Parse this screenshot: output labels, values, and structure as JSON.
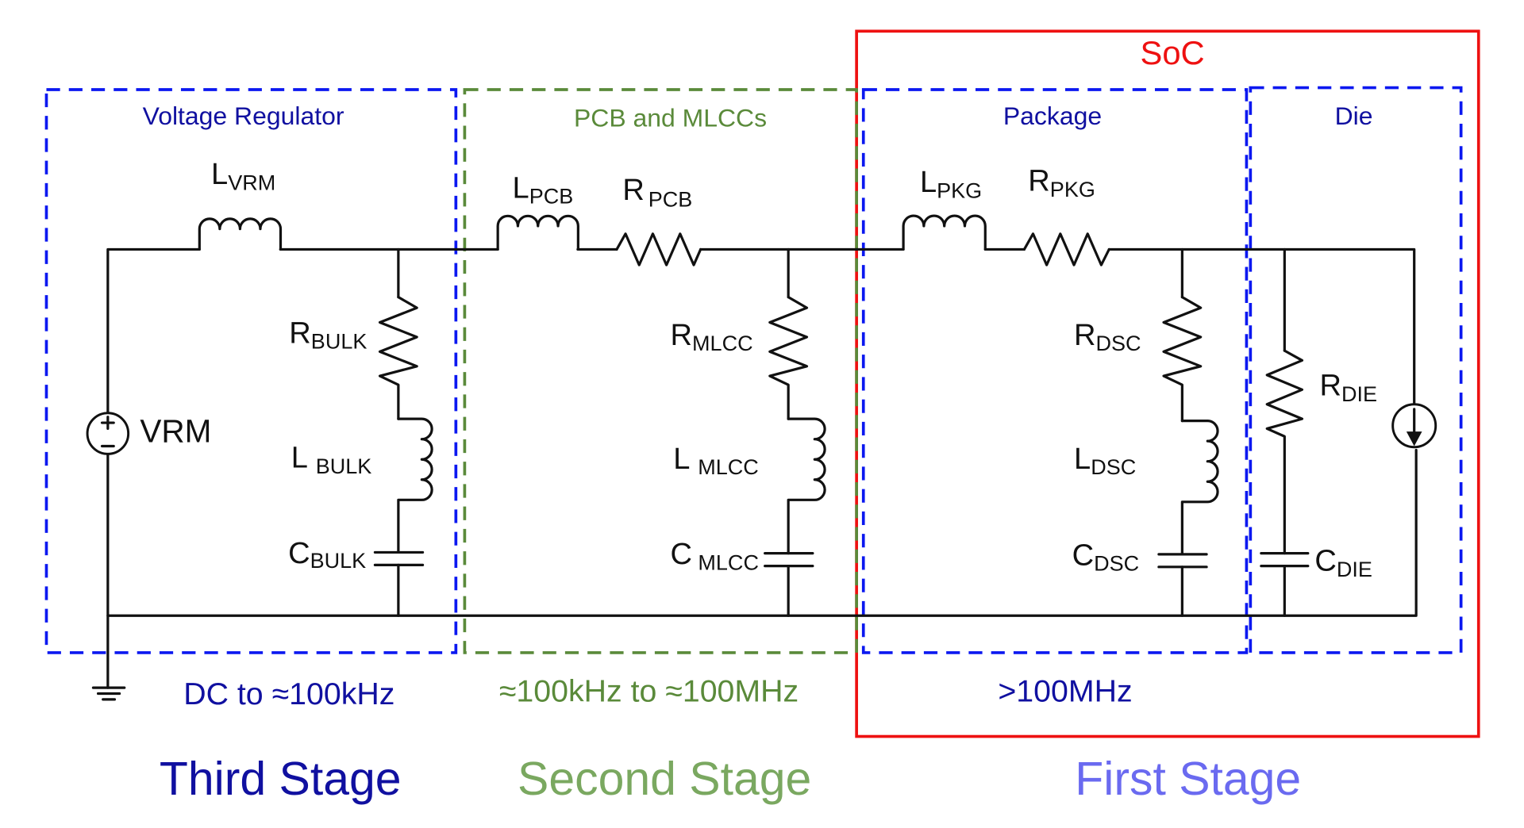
{
  "title": "Power delivery network stages",
  "colors": {
    "third_stage": "#1010a0",
    "box_blue": "#0b18f0",
    "second_stage": "#5a8a3a",
    "first_stage": "#6a6af0",
    "soc": "#ee1111",
    "wire": "#111111"
  },
  "boxes": {
    "voltage_regulator": "Voltage Regulator",
    "pcb_mlcc": "PCB and MLCCs",
    "package": "Package",
    "die": "Die",
    "soc": "SoC"
  },
  "components": {
    "vrm_source": {
      "main": "VRM",
      "sub": ""
    },
    "l_vrm": {
      "main": "L",
      "sub": "VRM"
    },
    "r_bulk": {
      "main": "R",
      "sub": "BULK"
    },
    "l_bulk": {
      "main": "L",
      "sub": "BULK"
    },
    "c_bulk": {
      "main": "C",
      "sub": "BULK"
    },
    "l_pcb": {
      "main": "L",
      "sub": "PCB"
    },
    "r_pcb": {
      "main": "R",
      "sub": "PCB"
    },
    "r_mlcc": {
      "main": "R",
      "sub": "MLCC"
    },
    "l_mlcc": {
      "main": "L",
      "sub": "MLCC"
    },
    "c_mlcc": {
      "main": "C",
      "sub": "MLCC"
    },
    "l_pkg": {
      "main": "L",
      "sub": "PKG"
    },
    "r_pkg": {
      "main": "R",
      "sub": "PKG"
    },
    "r_dsc": {
      "main": "R",
      "sub": "DSC"
    },
    "l_dsc": {
      "main": "L",
      "sub": "DSC"
    },
    "c_dsc": {
      "main": "C",
      "sub": "DSC"
    },
    "r_die": {
      "main": "R",
      "sub": "DIE"
    },
    "c_die": {
      "main": "C",
      "sub": "DIE"
    }
  },
  "frequency_ranges": {
    "third": "DC to ≈100kHz",
    "second": "≈100kHz to ≈100MHz",
    "first": ">100MHz"
  },
  "stages": {
    "third": "Third Stage",
    "second": "Second Stage",
    "first": "First Stage"
  }
}
